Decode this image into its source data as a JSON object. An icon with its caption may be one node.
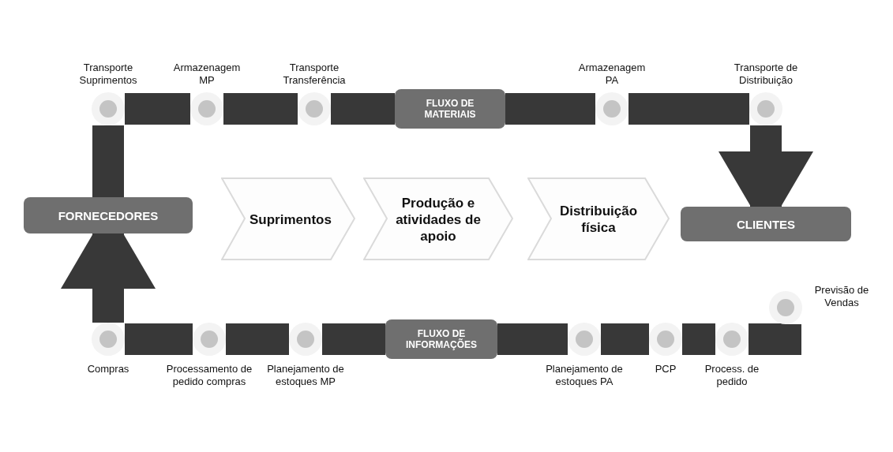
{
  "diagram": {
    "nodes": [
      {
        "text": [
          "FORNECEDORES"
        ]
      },
      {
        "text": [
          "Transporte Suprimentos"
        ]
      },
      {
        "text": [
          "Armazenagem MP"
        ]
      },
      {
        "text": [
          "Transporte Transferência"
        ]
      },
      {
        "text": [
          "FLUXO DE MATERIAIS"
        ]
      },
      {
        "text": [
          "Armazenagem PA"
        ]
      },
      {
        "text": [
          "Transporte de Distribuição"
        ]
      },
      {
        "text": [
          "Suprimentos"
        ]
      },
      {
        "text": [
          "Produção e atividades de apoio"
        ]
      },
      {
        "text": [
          "Distribuição física"
        ]
      },
      {
        "text": [
          "CLIENTES"
        ]
      },
      {
        "text": [
          "Previsão de Vendas"
        ]
      },
      {
        "text": [
          "Compras"
        ]
      },
      {
        "text": [
          "Processamento de pedido compras"
        ]
      },
      {
        "text": [
          "Planejamento de estoques MP"
        ]
      },
      {
        "text": [
          "FLUXO DE INFORMAÇÕES"
        ]
      },
      {
        "text": [
          "Planejamento de estoques PA"
        ]
      },
      {
        "text": [
          "PCP"
        ]
      },
      {
        "text": [
          "Process. de pedido"
        ]
      }
    ],
    "edges": [
      {
        "from": 0,
        "to": 1,
        "arrow": "none"
      },
      {
        "from": 1,
        "to": 2,
        "arrow": "none"
      },
      {
        "from": 2,
        "to": 3,
        "arrow": "none"
      },
      {
        "from": 3,
        "to": 4,
        "arrow": "none"
      },
      {
        "from": 4,
        "to": 5,
        "arrow": "none"
      },
      {
        "from": 5,
        "to": 6,
        "arrow": "none"
      },
      {
        "from": 6,
        "to": 10,
        "arrow": "to"
      },
      {
        "from": 11,
        "to": 18,
        "arrow": "none"
      },
      {
        "from": 18,
        "to": 17,
        "arrow": "none"
      },
      {
        "from": 17,
        "to": 16,
        "arrow": "none"
      },
      {
        "from": 16,
        "to": 15,
        "arrow": "none"
      },
      {
        "from": 15,
        "to": 14,
        "arrow": "none"
      },
      {
        "from": 14,
        "to": 13,
        "arrow": "none"
      },
      {
        "from": 13,
        "to": 12,
        "arrow": "none"
      },
      {
        "from": 12,
        "to": 0,
        "arrow": "to"
      }
    ]
  }
}
